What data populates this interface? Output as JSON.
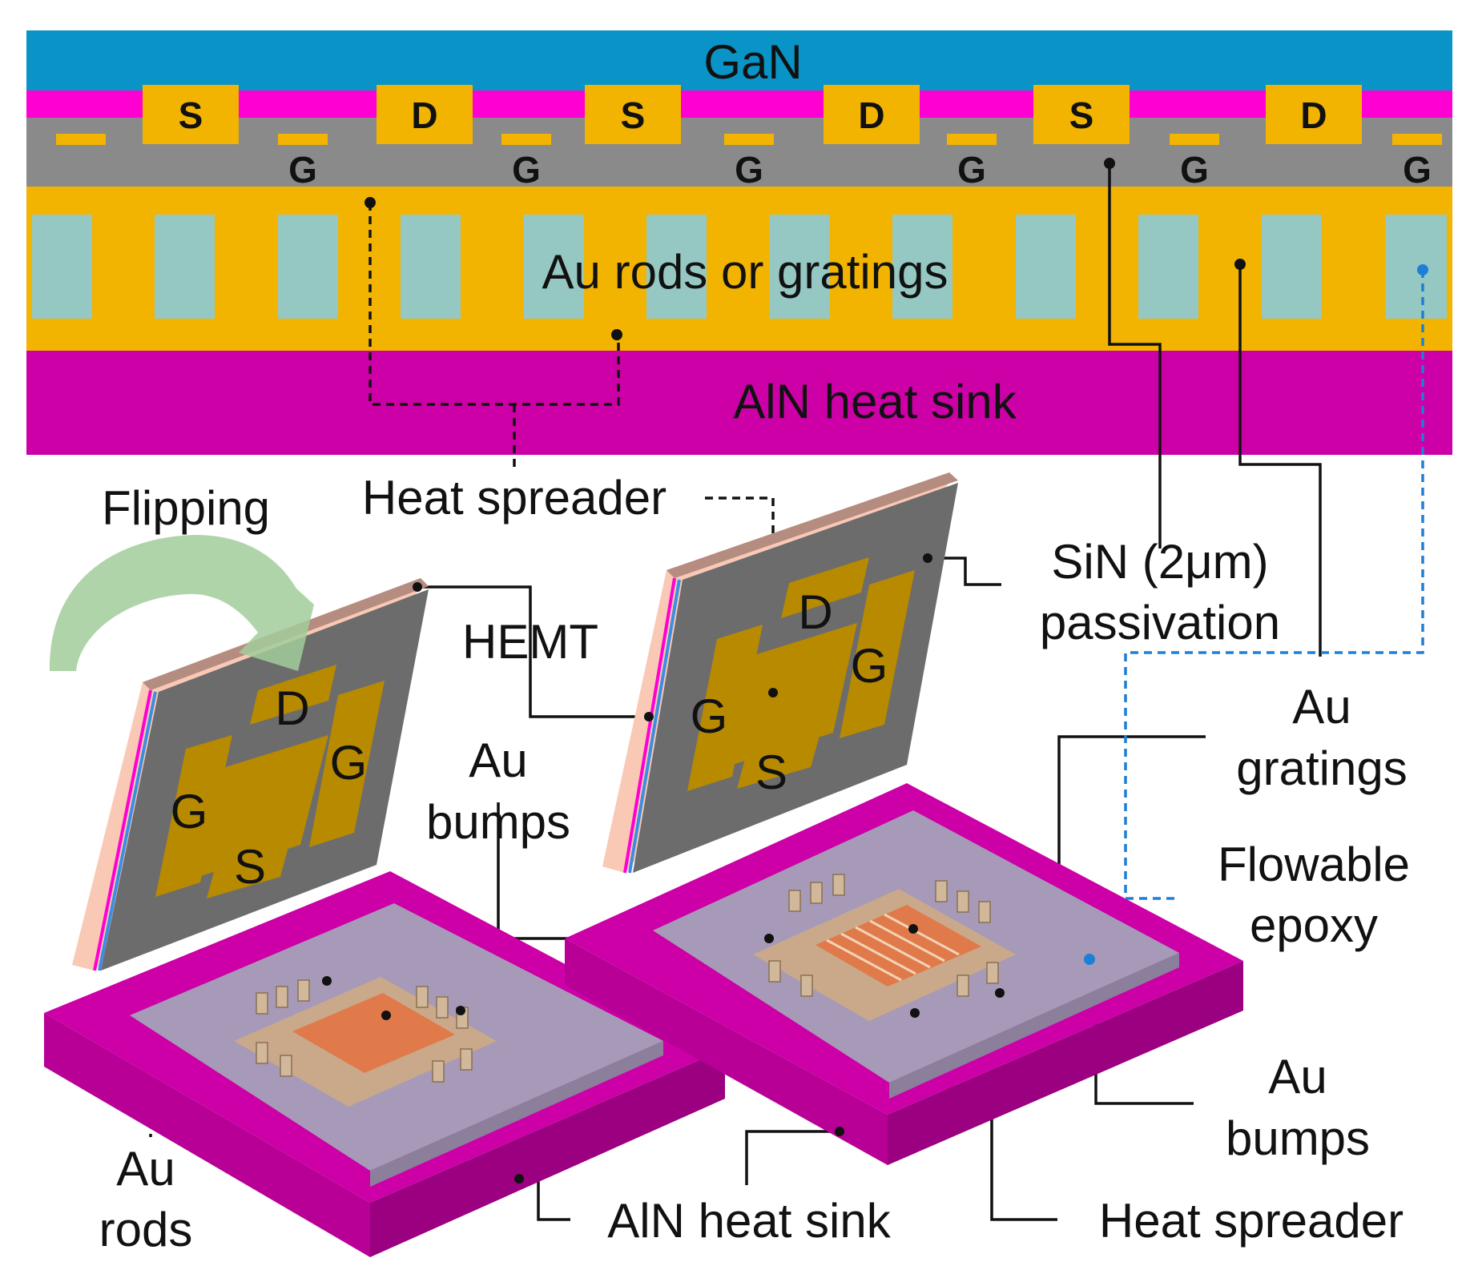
{
  "cross_section": {
    "gan": "GaN",
    "electrodes_top": [
      "S",
      "D",
      "S",
      "D",
      "S",
      "D"
    ],
    "gates": [
      "G",
      "G",
      "G",
      "G",
      "G",
      "G"
    ],
    "rods_label": "Au rods or gratings",
    "sink_label": "AlN heat sink"
  },
  "labels": {
    "heat_spreader_top": "Heat spreader",
    "flipping": "Flipping",
    "hemt": "HEMT",
    "sin_line1": "SiN (2μm)",
    "sin_line2": "passivation",
    "au_gratings_1": "Au",
    "au_gratings_2": "gratings",
    "au_bumps_left_1": "Au",
    "au_bumps_left_2": "bumps",
    "flowable_1": "Flowable",
    "flowable_2": "epoxy",
    "au_bumps_right_1": "Au",
    "au_bumps_right_2": "bumps",
    "au_rods_1": "Au",
    "au_rods_2": "rods",
    "aln_bottom": "AlN heat sink",
    "heat_spreader_bottom": "Heat spreader"
  },
  "chips": {
    "left": {
      "d": "D",
      "g1": "G",
      "g2": "G",
      "s": "S"
    },
    "right": {
      "d": "D",
      "g1": "G",
      "g2": "G",
      "s": "S"
    }
  },
  "colors": {
    "gan": "#0a93c6",
    "magenta": "#ff00d2",
    "gray": "#8a8a8a",
    "gold": "#f2b400",
    "teal": "#96c8c3",
    "sink": "#cc00a6",
    "chip_face": "#6c6c6c",
    "pad": "#b88a00",
    "epoxy_line": "#1e7fd6"
  }
}
